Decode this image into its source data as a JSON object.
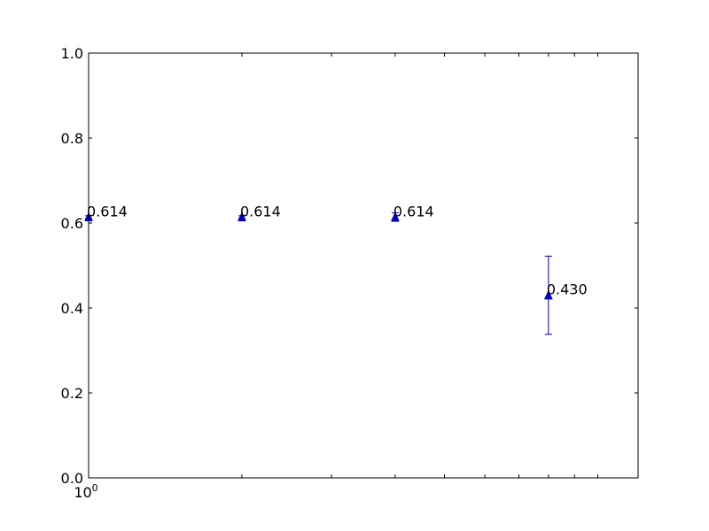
{
  "chart_data": {
    "type": "scatter",
    "title": "",
    "xlabel": "",
    "ylabel": "",
    "xscale": "log",
    "ylim": [
      0,
      1
    ],
    "grid": false,
    "legend": "none",
    "x_tick_labels": [
      {
        "x": 1,
        "base": "10",
        "exp": "0"
      }
    ],
    "y_tick_labels": [
      "0.0",
      "0.2",
      "0.4",
      "0.6",
      "0.8",
      "1.0"
    ],
    "series": [
      {
        "marker": "triangle-up",
        "color": "#0000bf",
        "points": [
          {
            "x": 1,
            "y": 0.614,
            "err": 0.003,
            "label": "0.614"
          },
          {
            "x": 2,
            "y": 0.614,
            "err": 0.003,
            "label": "0.614"
          },
          {
            "x": 4,
            "y": 0.614,
            "err": 0.01,
            "label": "0.614"
          },
          {
            "x": 8,
            "y": 0.43,
            "err": 0.092,
            "label": "0.430"
          }
        ]
      }
    ]
  }
}
